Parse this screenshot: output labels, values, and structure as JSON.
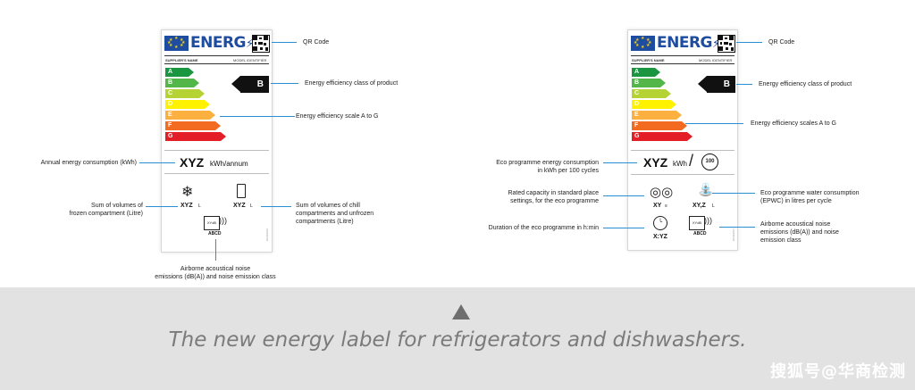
{
  "fridge_label": {
    "brand": "ENERG",
    "supplier": "SUPPLIER'S NAME",
    "model": "MODEL IDENTIFIER",
    "scale": [
      "A",
      "B",
      "C",
      "D",
      "E",
      "F",
      "G"
    ],
    "class": "B",
    "energy_value": "XYZ",
    "energy_unit": "kWh/annum",
    "frozen_value": "XYZ",
    "frozen_unit": "L",
    "chill_value": "XYZ",
    "chill_unit": "L",
    "noise_value": "XYdB",
    "noise_classes": "ABCD",
    "side_code": "2019/2016"
  },
  "fridge_annotations": {
    "qr": "QR Code",
    "class": "Energy efficiency class of product",
    "scale": "Energy efficiency scale A to G",
    "annual": "Annual energy consumption (kWh)",
    "frozen": "Sum of volumes of\nfrozen compartment (Litre)",
    "chill": "Sum of volumes of chill\ncompartments and unfrozen\ncompartments (Litre)",
    "noise": "Airborne acoustical noise\nemissions (dB(A)) and noise emission class"
  },
  "dish_label": {
    "brand": "ENERG",
    "supplier": "SUPPLIER'S NAME",
    "model": "MODEL IDENTIFIER",
    "scale": [
      "A",
      "B",
      "C",
      "D",
      "E",
      "F",
      "G"
    ],
    "class": "B",
    "energy_value": "XYZ",
    "energy_unit": "kWh",
    "cycles": "100",
    "capacity_value": "XY",
    "capacity_unit": "≡",
    "water_value": "XY,Z",
    "water_unit": "L",
    "duration_value": "X:YZ",
    "noise_value": "XYdB",
    "noise_classes": "ABCD",
    "side_code": "2019/2017"
  },
  "dish_annotations": {
    "qr": "QR Code",
    "class": "Energy efficiency class of product",
    "scale": "Energy efficiency scales A to G",
    "energy": "Eco programme energy consumption\nin kWh per 100 cycles",
    "capacity": "Rated capacity in standard place\nsettings, for the eco programme",
    "water": "Eco programme water consumption\n(EPWC) in litres per cycle",
    "duration": "Duration of the eco programme in h:min",
    "noise": "Airborne acoustical noise\nemissions (dB(A)) and noise\nemission class"
  },
  "caption": "The new energy label for refrigerators and dishwashers.",
  "watermark": "搜狐号@华商检测",
  "colors": {
    "eu_blue": "#1d4ca0",
    "A": "#1a9641",
    "B": "#52b748",
    "C": "#b5d334",
    "D": "#fef200",
    "E": "#fbb040",
    "F": "#f26b21",
    "G": "#e41e26",
    "leader": "#2a8fd0"
  }
}
